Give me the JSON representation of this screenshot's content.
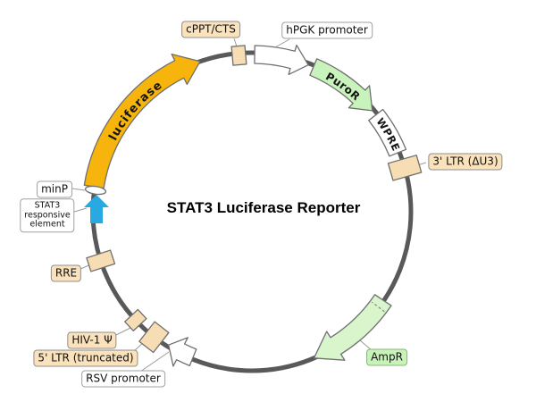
{
  "diagram": {
    "title": "STAT3 Luciferase Reporter",
    "backbone_color": "#595959",
    "features": {
      "luciferase": {
        "label": "luciferase",
        "color": "#F6B40D"
      },
      "cppt_cts": {
        "label": "cPPT/CTS",
        "color": "#F7DDB4"
      },
      "hpgk_promoter": {
        "label": "hPGK promoter",
        "color": "#FFFFFF"
      },
      "puror": {
        "label": "PuroR",
        "color": "#C8F3BD"
      },
      "wpre": {
        "label": "WPRE",
        "color": "#FFFFFF"
      },
      "ltr3": {
        "label": "3' LTR (ΔU3)",
        "color": "#F7DDB4"
      },
      "ampr": {
        "label": "AmpR",
        "color": "#D8F5CB"
      },
      "rsv_promoter": {
        "label": "RSV promoter",
        "color": "#FFFFFF"
      },
      "ltr5": {
        "label": "5' LTR (truncated)",
        "color": "#F7DDB4"
      },
      "hiv1_psi": {
        "label": "HIV-1 Ψ",
        "color": "#F7DDB4"
      },
      "rre": {
        "label": "RRE",
        "color": "#F7DDB4"
      },
      "minp": {
        "label": "minP",
        "color": "#FFFFFF"
      },
      "stat3_re": {
        "line1": "STAT3",
        "line2": "responsive",
        "line3": "element",
        "color": "#29A9E1"
      }
    }
  }
}
